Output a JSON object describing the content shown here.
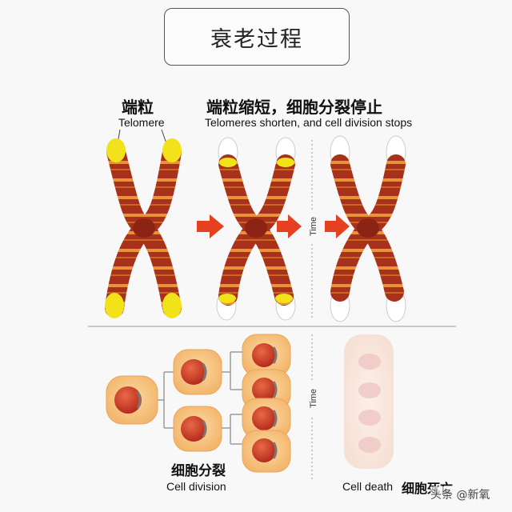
{
  "title": "衰老过程",
  "labels": {
    "telomere_zh": "端粒",
    "telomere_en": "Telomere",
    "shorten_zh": "端粒缩短，细胞分裂停止",
    "shorten_en": "Telomeres shorten, and cell division stops",
    "time_top": "Time",
    "time_bottom": "Time",
    "division_zh": "细胞分裂",
    "division_en": "Cell division",
    "death_en": "Cell death",
    "death_zh": "细胞死亡"
  },
  "watermark": "头条 @新氧",
  "colors": {
    "chromosome": "#a8311c",
    "band": "#e8923a",
    "telomere": "#f2e21a",
    "arrow": "#e5401f",
    "cell": "#f6c47e",
    "nucleus": "#c9361f"
  }
}
